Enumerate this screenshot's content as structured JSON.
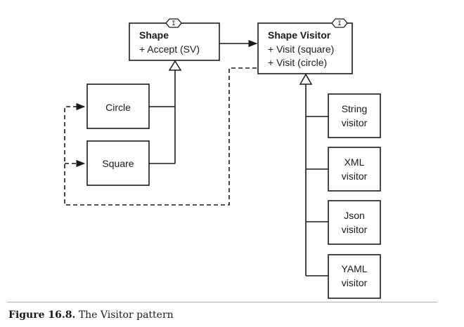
{
  "diagram": {
    "shape": {
      "title": "Shape",
      "method": "+ Accept (SV)",
      "stereotype": "I"
    },
    "shape_visitor": {
      "title": "Shape Visitor",
      "methods": [
        "+ Visit (square)",
        "+ Visit (circle)"
      ],
      "stereotype": "I"
    },
    "circle": {
      "label": "Circle"
    },
    "square": {
      "label": "Square"
    },
    "visitors": [
      {
        "line1": "String",
        "line2": "visitor"
      },
      {
        "line1": "XML",
        "line2": "visitor"
      },
      {
        "line1": "Json",
        "line2": "visitor"
      },
      {
        "line1": "YAML",
        "line2": "visitor"
      }
    ]
  },
  "caption": {
    "number": "Figure 16.8.",
    "text": "The Visitor pattern"
  }
}
